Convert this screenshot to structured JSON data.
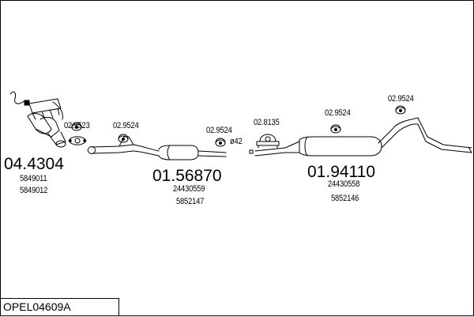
{
  "diagram_code": "OPEL04609A",
  "parts": {
    "manifold": {
      "ref": "04.4304",
      "oem": [
        "5849011",
        "5849012"
      ]
    },
    "front_pipe": {
      "ref": "01.56870",
      "oem": [
        "24430559",
        "5852147"
      ]
    },
    "rear_silencer": {
      "ref": "01.94110",
      "oem": [
        "24430558",
        "5852146"
      ]
    },
    "gasket": {
      "ref": "02.9523"
    },
    "mount_1": {
      "ref": "02.9524"
    },
    "mount_2": {
      "ref": "02.9524"
    },
    "mount_3": {
      "ref": "02.9524"
    },
    "mount_4": {
      "ref": "02.9524"
    },
    "clamp": {
      "ref": "02.8135",
      "size": "ø42"
    }
  },
  "colors": {
    "line": "#000000",
    "background": "#ffffff"
  }
}
